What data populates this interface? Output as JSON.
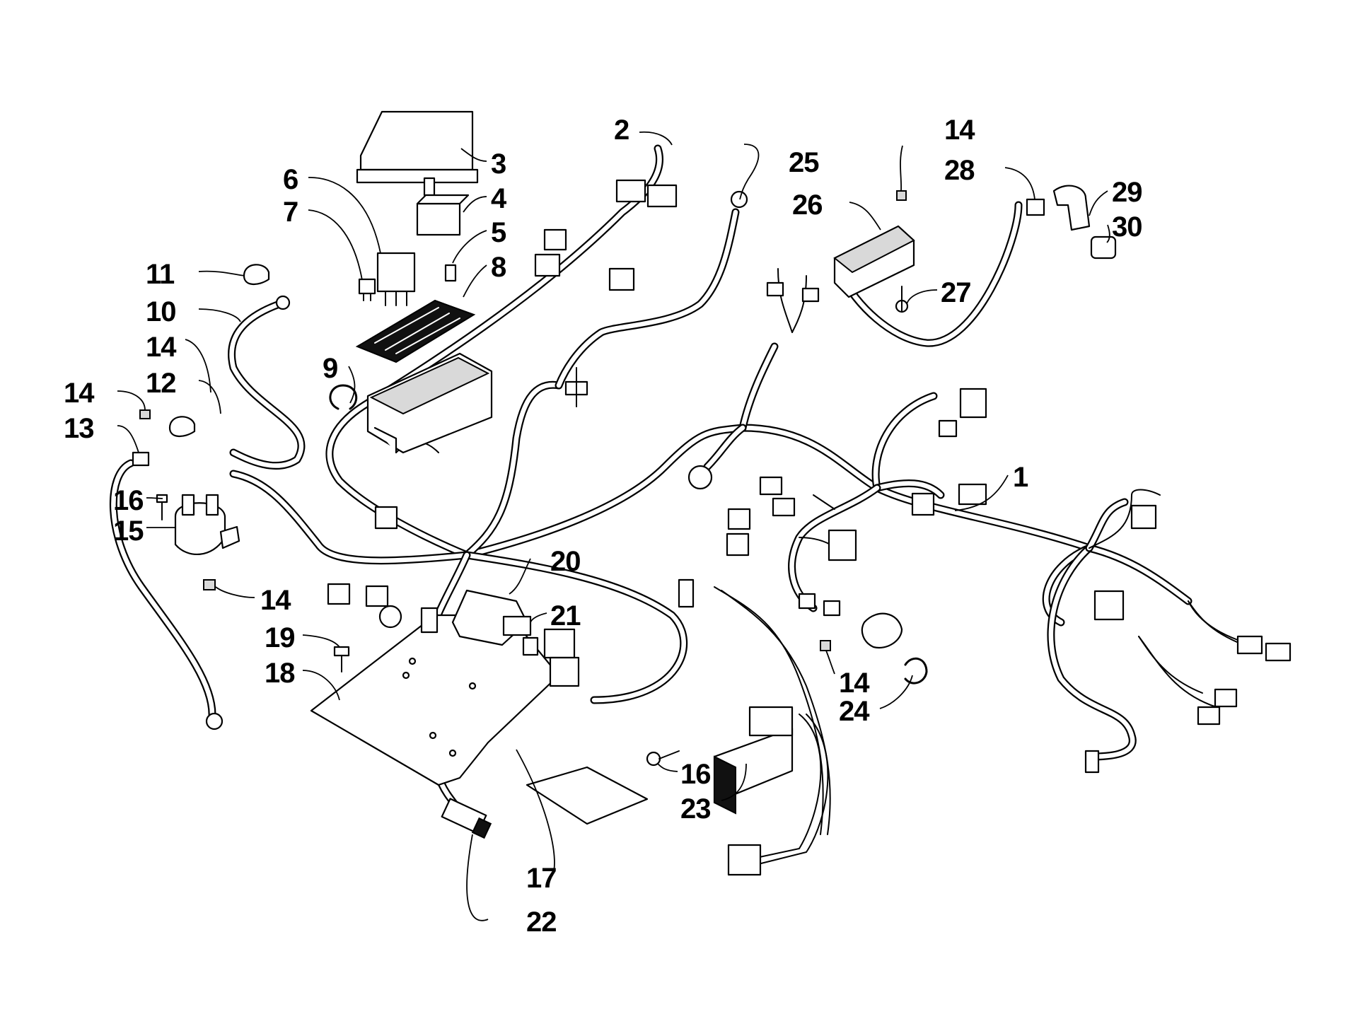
{
  "diagram": {
    "callouts": {
      "c1": "1",
      "c2": "2",
      "c3": "3",
      "c4": "4",
      "c5": "5",
      "c6": "6",
      "c7": "7",
      "c8": "8",
      "c9": "9",
      "c10": "10",
      "c11": "11",
      "c12": "12",
      "c13": "13",
      "c14a": "14",
      "c14b": "14",
      "c14c": "14",
      "c14d": "14",
      "c14e": "14",
      "c15": "15",
      "c16a": "16",
      "c16b": "16",
      "c17": "17",
      "c18": "18",
      "c19": "19",
      "c20": "20",
      "c21": "21",
      "c22": "22",
      "c23": "23",
      "c24": "24",
      "c25": "25",
      "c26": "26",
      "c27": "27",
      "c28": "28",
      "c29": "29",
      "c30": "30"
    }
  }
}
